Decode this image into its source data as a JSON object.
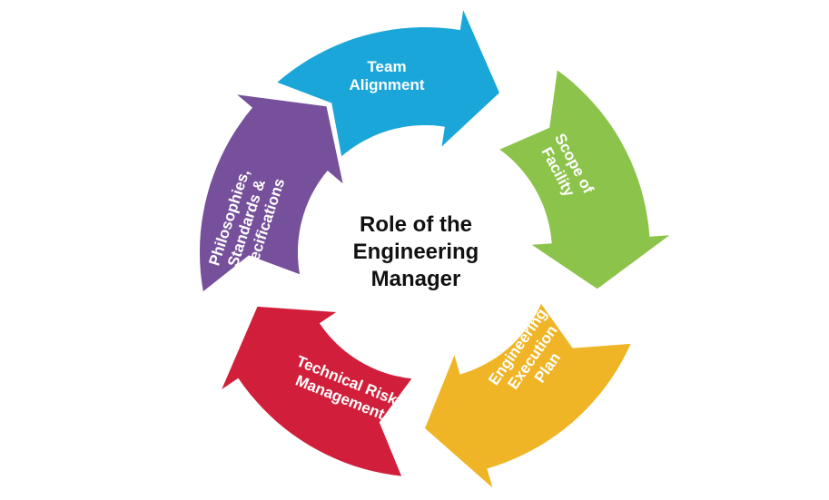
{
  "title": [
    "Role of the",
    "Engineering",
    "Manager"
  ],
  "segments": [
    {
      "label": [
        "Team",
        "Alignment"
      ],
      "color": "#1ba6d9"
    },
    {
      "label": [
        "Scope of",
        "Facility"
      ],
      "color": "#8cc34b"
    },
    {
      "label": [
        "Engineering",
        "Execution",
        "Plan"
      ],
      "color": "#efb526"
    },
    {
      "label": [
        "Technical Risk",
        "Management"
      ],
      "color": "#d11f3b"
    },
    {
      "label": [
        "Philosophies,",
        "Standards &",
        "Specifications"
      ],
      "color": "#76509b"
    }
  ]
}
